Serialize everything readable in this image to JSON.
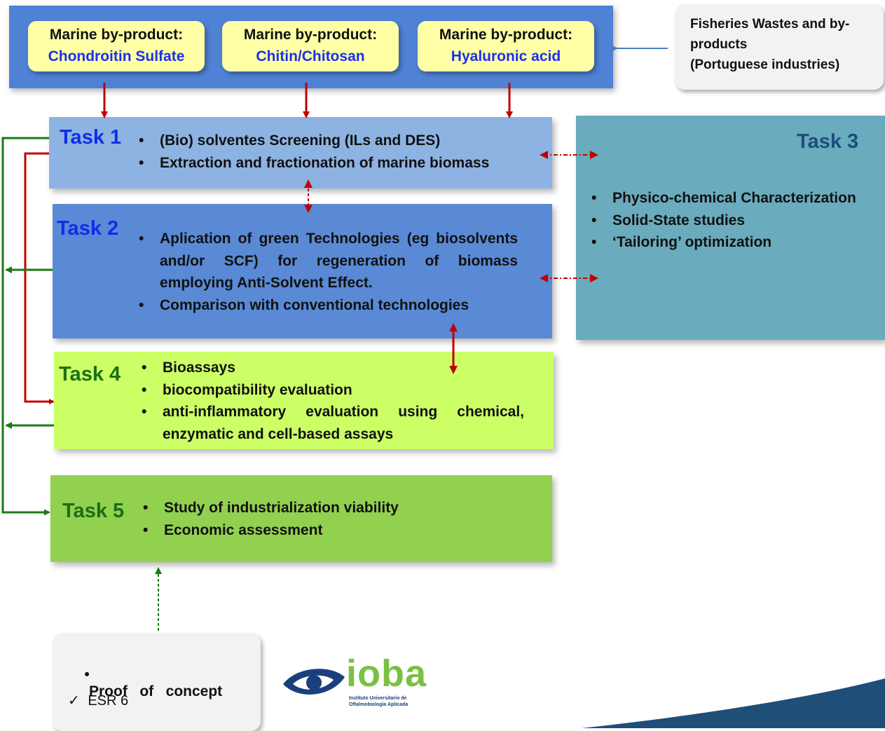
{
  "byproducts": [
    {
      "prefix": "Marine by-product:",
      "name": "Chondroitin Sulfate"
    },
    {
      "prefix": "Marine by-product:",
      "name": "Chitin/Chitosan"
    },
    {
      "prefix": "Marine by-product:",
      "name": "Hyaluronic acid"
    }
  ],
  "source": {
    "line1": "Fisheries Wastes and by-",
    "line2": "products",
    "line3": "(Portuguese industries)"
  },
  "task1": {
    "title": "Task 1",
    "items": [
      "(Bio) solventes Screening (ILs and DES)",
      "Extraction and fractionation of marine biomass"
    ]
  },
  "task2": {
    "title": "Task 2",
    "items": [
      "Aplication of green Technologies (eg biosolvents and/or SCF)  for regeneration of biomass employing Anti-Solvent Effect.",
      "Comparison with conventional technologies"
    ]
  },
  "task3": {
    "title": "Task 3",
    "items": [
      "Physico-chemical Characterization",
      "Solid-State studies",
      "‘Tailoring’ optimization"
    ]
  },
  "task4": {
    "title": "Task 4",
    "items": [
      "Bioassays",
      "biocompatibility evaluation",
      "anti-inflammatory evaluation using chemical, enzymatic and cell-based assays"
    ]
  },
  "task5": {
    "title": "Task 5",
    "items": [
      "Study of industrialization viability",
      "Economic assessment"
    ]
  },
  "proof": {
    "bullet": "Proof   of   concept",
    "check_mark": "✓",
    "check_text": "ESR 6"
  },
  "logo": {
    "word": "ioba",
    "line1": "Instituto Universitario de",
    "line2": "Oftalmobiología Aplicada"
  },
  "colors": {
    "top_band": "#4f81d4",
    "byproduct_fill": "#ffffa6",
    "byproduct_text": "#1b2ff0",
    "task1_fill": "#8db3e2",
    "task2_fill": "#5a8ad6",
    "task3_fill": "#6aabbd",
    "task4_fill": "#ccff66",
    "task5_fill": "#92d050",
    "task_title_blue": "#0f2ee6",
    "task_title_green": "#1a6e14",
    "task3_title": "#1f4e79",
    "arrow_red": "#c00000",
    "arrow_green": "#1b7a17",
    "arrow_blue": "#4a7fc0",
    "logo_green": "#7ac043",
    "logo_navy": "#1b3f7a"
  }
}
